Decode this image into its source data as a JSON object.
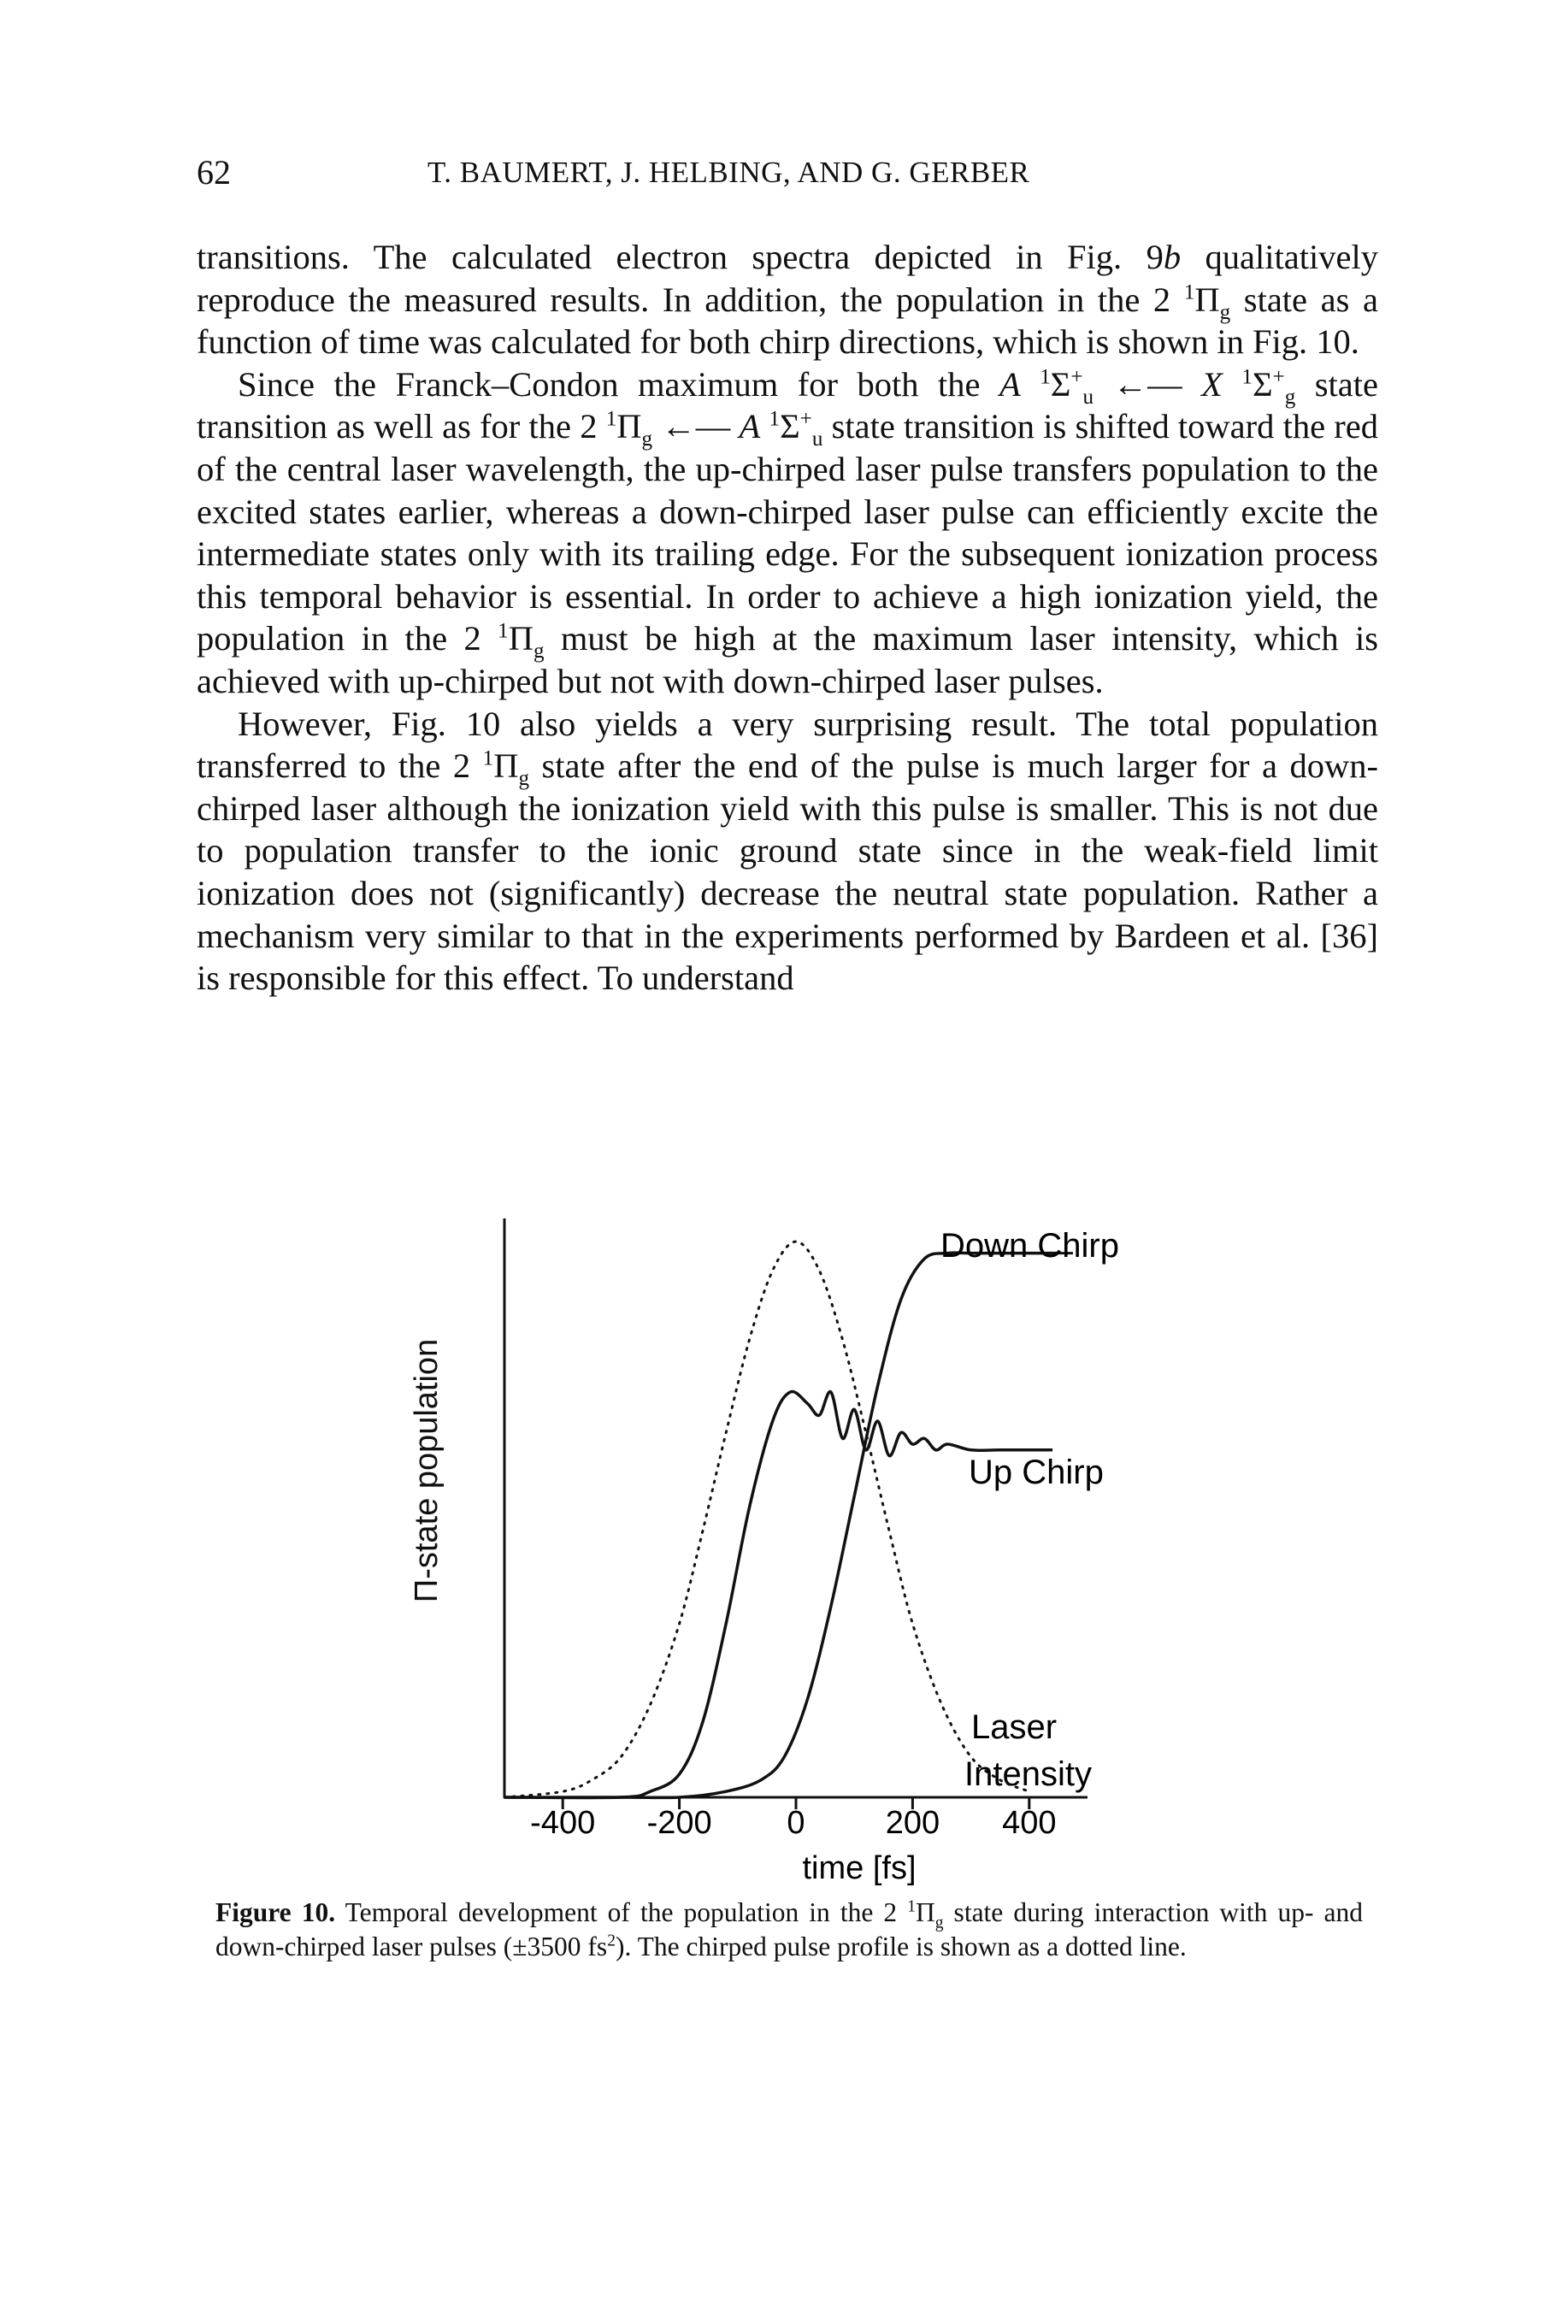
{
  "header": {
    "page_number": "62",
    "running_head": "T. BAUMERT, J. HELBING, AND G. GERBER"
  },
  "body": {
    "p1_a": "transitions. The calculated electron spectra depicted in Fig. 9",
    "p1_fig9b_letter": "b",
    "p1_b": " qualitatively reproduce the measured results. In addition, the population in the 2 ",
    "p1_c": " state as a function of time was calculated for both chirp directions, which is shown in Fig. 10.",
    "p2_a": "Since the Franck–Condon maximum for both the ",
    "p2_b": " state transition as well as for the 2 ",
    "p2_c": " state transition is shifted toward the red of the central laser wavelength, the up-chirped laser pulse transfers population to the excited states earlier, whereas a down-chirped laser pulse can efficiently excite the intermediate states only with its trailing edge. For the subsequent ionization process this temporal behavior is essential. In order to achieve a high ionization yield, the population in the 2 ",
    "p2_d": " must be high at the maximum laser intensity, which is achieved with up-chirped but not with down-chirped laser pulses.",
    "p3_a": "However, Fig. 10 also yields a very surprising result. The total population transferred to the 2 ",
    "p3_b": " state after the end of the pulse is much larger for a down-chirped laser although the ionization yield with this pulse is smaller. This is not due to population transfer to the ionic ground state since in the weak-field limit ionization does not (significantly) decrease the neutral state population. Rather a mechanism very similar to that in the experiments performed by Bardeen et al. [36] is responsible for this effect. To understand"
  },
  "symbols": {
    "pi_g_term": "Π",
    "pi_g_sub": "g",
    "sup_one": "1",
    "A_state": "A",
    "sigma_u": "Σ",
    "sigma_u_sup": "+",
    "sigma_u_sub": "u",
    "X_state": "X",
    "sigma_g_sub": "g",
    "arrow": " ←— "
  },
  "figure": {
    "y_axis_title": "Π-state population",
    "x_axis_title": "time [fs]",
    "x_ticks": [
      "-400",
      "-200",
      "0",
      "200",
      "400"
    ],
    "label_down": "Down Chirp",
    "label_up": "Up Chirp",
    "label_laser_1": "Laser",
    "label_laser_2": "Intensity"
  },
  "caption": {
    "label": "Figure 10.",
    "text_a": " Temporal development of the population in the 2 ",
    "text_b": " state during interaction with up- and down-chirped laser pulses (±3500 fs",
    "sq": "2",
    "text_c": "). The chirped pulse profile is shown as a dotted line."
  },
  "chart_data": {
    "type": "line",
    "title": "",
    "xlabel": "time [fs]",
    "ylabel": "Π-state population",
    "xlim": [
      -500,
      500
    ],
    "ylim": [
      0,
      1.0
    ],
    "x_ticks": [
      -400,
      -200,
      0,
      200,
      400
    ],
    "grid": false,
    "series": [
      {
        "name": "Down Chirp",
        "style": "solid",
        "x": [
          -500,
          -300,
          -200,
          -120,
          -60,
          -20,
          20,
          60,
          100,
          140,
          180,
          220,
          260,
          300,
          400,
          450
        ],
        "y": [
          0.0,
          0.0,
          0.0,
          0.01,
          0.03,
          0.07,
          0.17,
          0.33,
          0.52,
          0.71,
          0.86,
          0.93,
          0.94,
          0.94,
          0.94,
          0.94
        ]
      },
      {
        "name": "Up Chirp",
        "style": "solid",
        "x": [
          -500,
          -300,
          -250,
          -200,
          -160,
          -120,
          -80,
          -40,
          -10,
          20,
          40,
          60,
          80,
          100,
          120,
          140,
          160,
          180,
          200,
          220,
          240,
          260,
          300,
          350,
          440
        ],
        "y": [
          0.0,
          0.0,
          0.01,
          0.04,
          0.13,
          0.3,
          0.5,
          0.65,
          0.7,
          0.68,
          0.66,
          0.7,
          0.62,
          0.67,
          0.6,
          0.65,
          0.59,
          0.63,
          0.61,
          0.62,
          0.6,
          0.61,
          0.6,
          0.6,
          0.6
        ]
      },
      {
        "name": "Laser Intensity",
        "style": "dotted",
        "x": [
          -500,
          -400,
          -350,
          -300,
          -250,
          -200,
          -160,
          -120,
          -80,
          -40,
          0,
          40,
          80,
          120,
          160,
          200,
          250,
          300,
          350,
          400
        ],
        "y": [
          0.0,
          0.01,
          0.03,
          0.07,
          0.16,
          0.3,
          0.46,
          0.63,
          0.79,
          0.91,
          0.96,
          0.91,
          0.79,
          0.63,
          0.46,
          0.3,
          0.16,
          0.07,
          0.03,
          0.01
        ]
      }
    ]
  }
}
